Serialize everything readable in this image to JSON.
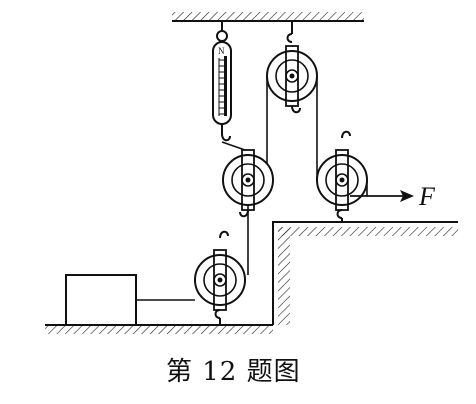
{
  "diagram": {
    "force_label": "F",
    "scale_label": "N",
    "caption": "第 12 题图"
  }
}
